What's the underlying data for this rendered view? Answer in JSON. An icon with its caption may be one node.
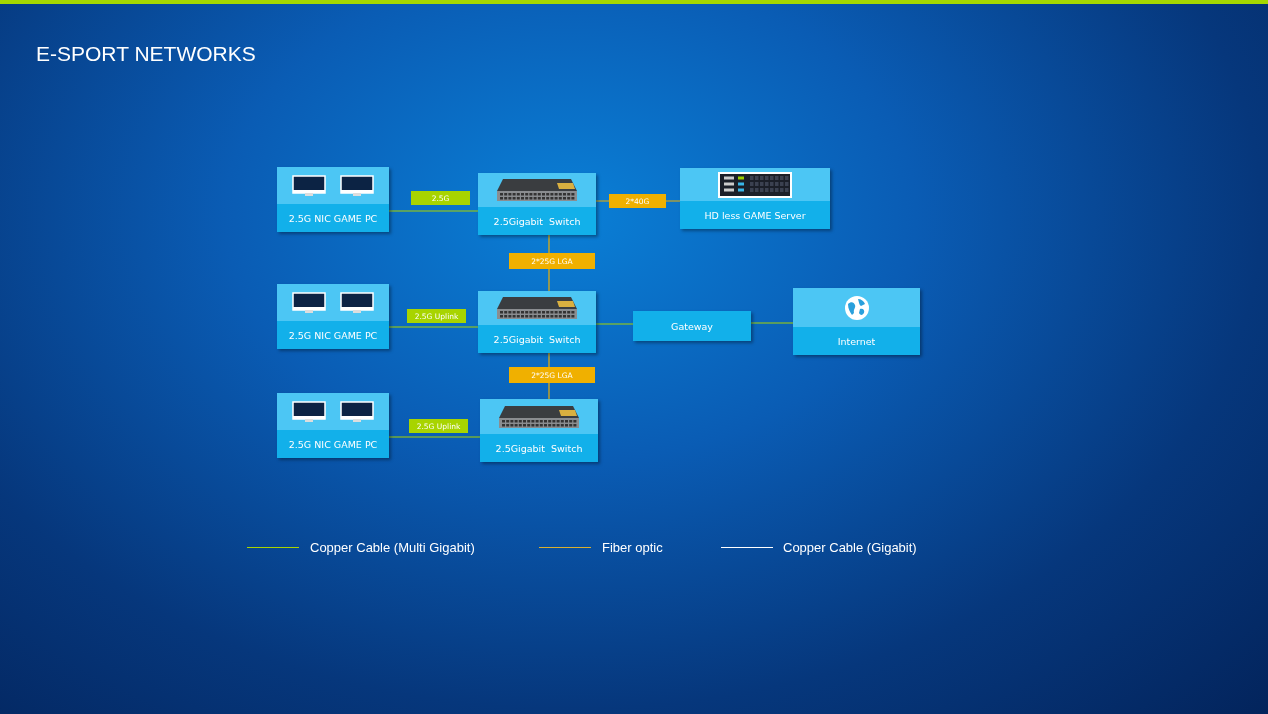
{
  "diagram": {
    "title": "E-SPORT NETWORKS",
    "nodes": [
      {
        "text": [
          "2.5G NIC GAME PC"
        ]
      },
      {
        "text": [
          "2.5Gigabit  Switch"
        ]
      },
      {
        "text": [
          "HD less GAME Server"
        ]
      },
      {
        "text": [
          "2.5G NIC GAME PC"
        ]
      },
      {
        "text": [
          "2.5Gigabit  Switch"
        ]
      },
      {
        "text": [
          "Gateway"
        ]
      },
      {
        "text": [
          "Internet"
        ]
      },
      {
        "text": [
          "2.5G NIC GAME PC"
        ]
      },
      {
        "text": [
          "2.5Gigabit  Switch"
        ]
      }
    ],
    "edges": [
      {
        "from": 0,
        "to": 1,
        "arrow": "none",
        "label": "2.5G"
      },
      {
        "from": 1,
        "to": 2,
        "arrow": "none",
        "label": "2*40G",
        "color": "#f0b000"
      },
      {
        "from": 1,
        "to": 4,
        "arrow": "none",
        "label": "2*25G LGA",
        "color": "#f0b000"
      },
      {
        "from": 3,
        "to": 4,
        "arrow": "none",
        "label": "2.5G Uplink"
      },
      {
        "from": 4,
        "to": 5,
        "arrow": "none"
      },
      {
        "from": 5,
        "to": 6,
        "arrow": "none"
      },
      {
        "from": 4,
        "to": 8,
        "arrow": "none",
        "label": "2*25G LGA",
        "color": "#f0b000"
      },
      {
        "from": 7,
        "to": 8,
        "arrow": "none",
        "label": "2.5G Uplink"
      }
    ],
    "legend": [
      {
        "text": "Copper Cable (Multi Gigabit)"
      },
      {
        "text": "Fiber optic"
      },
      {
        "text": "Copper Cable (Gigabit)"
      }
    ]
  }
}
